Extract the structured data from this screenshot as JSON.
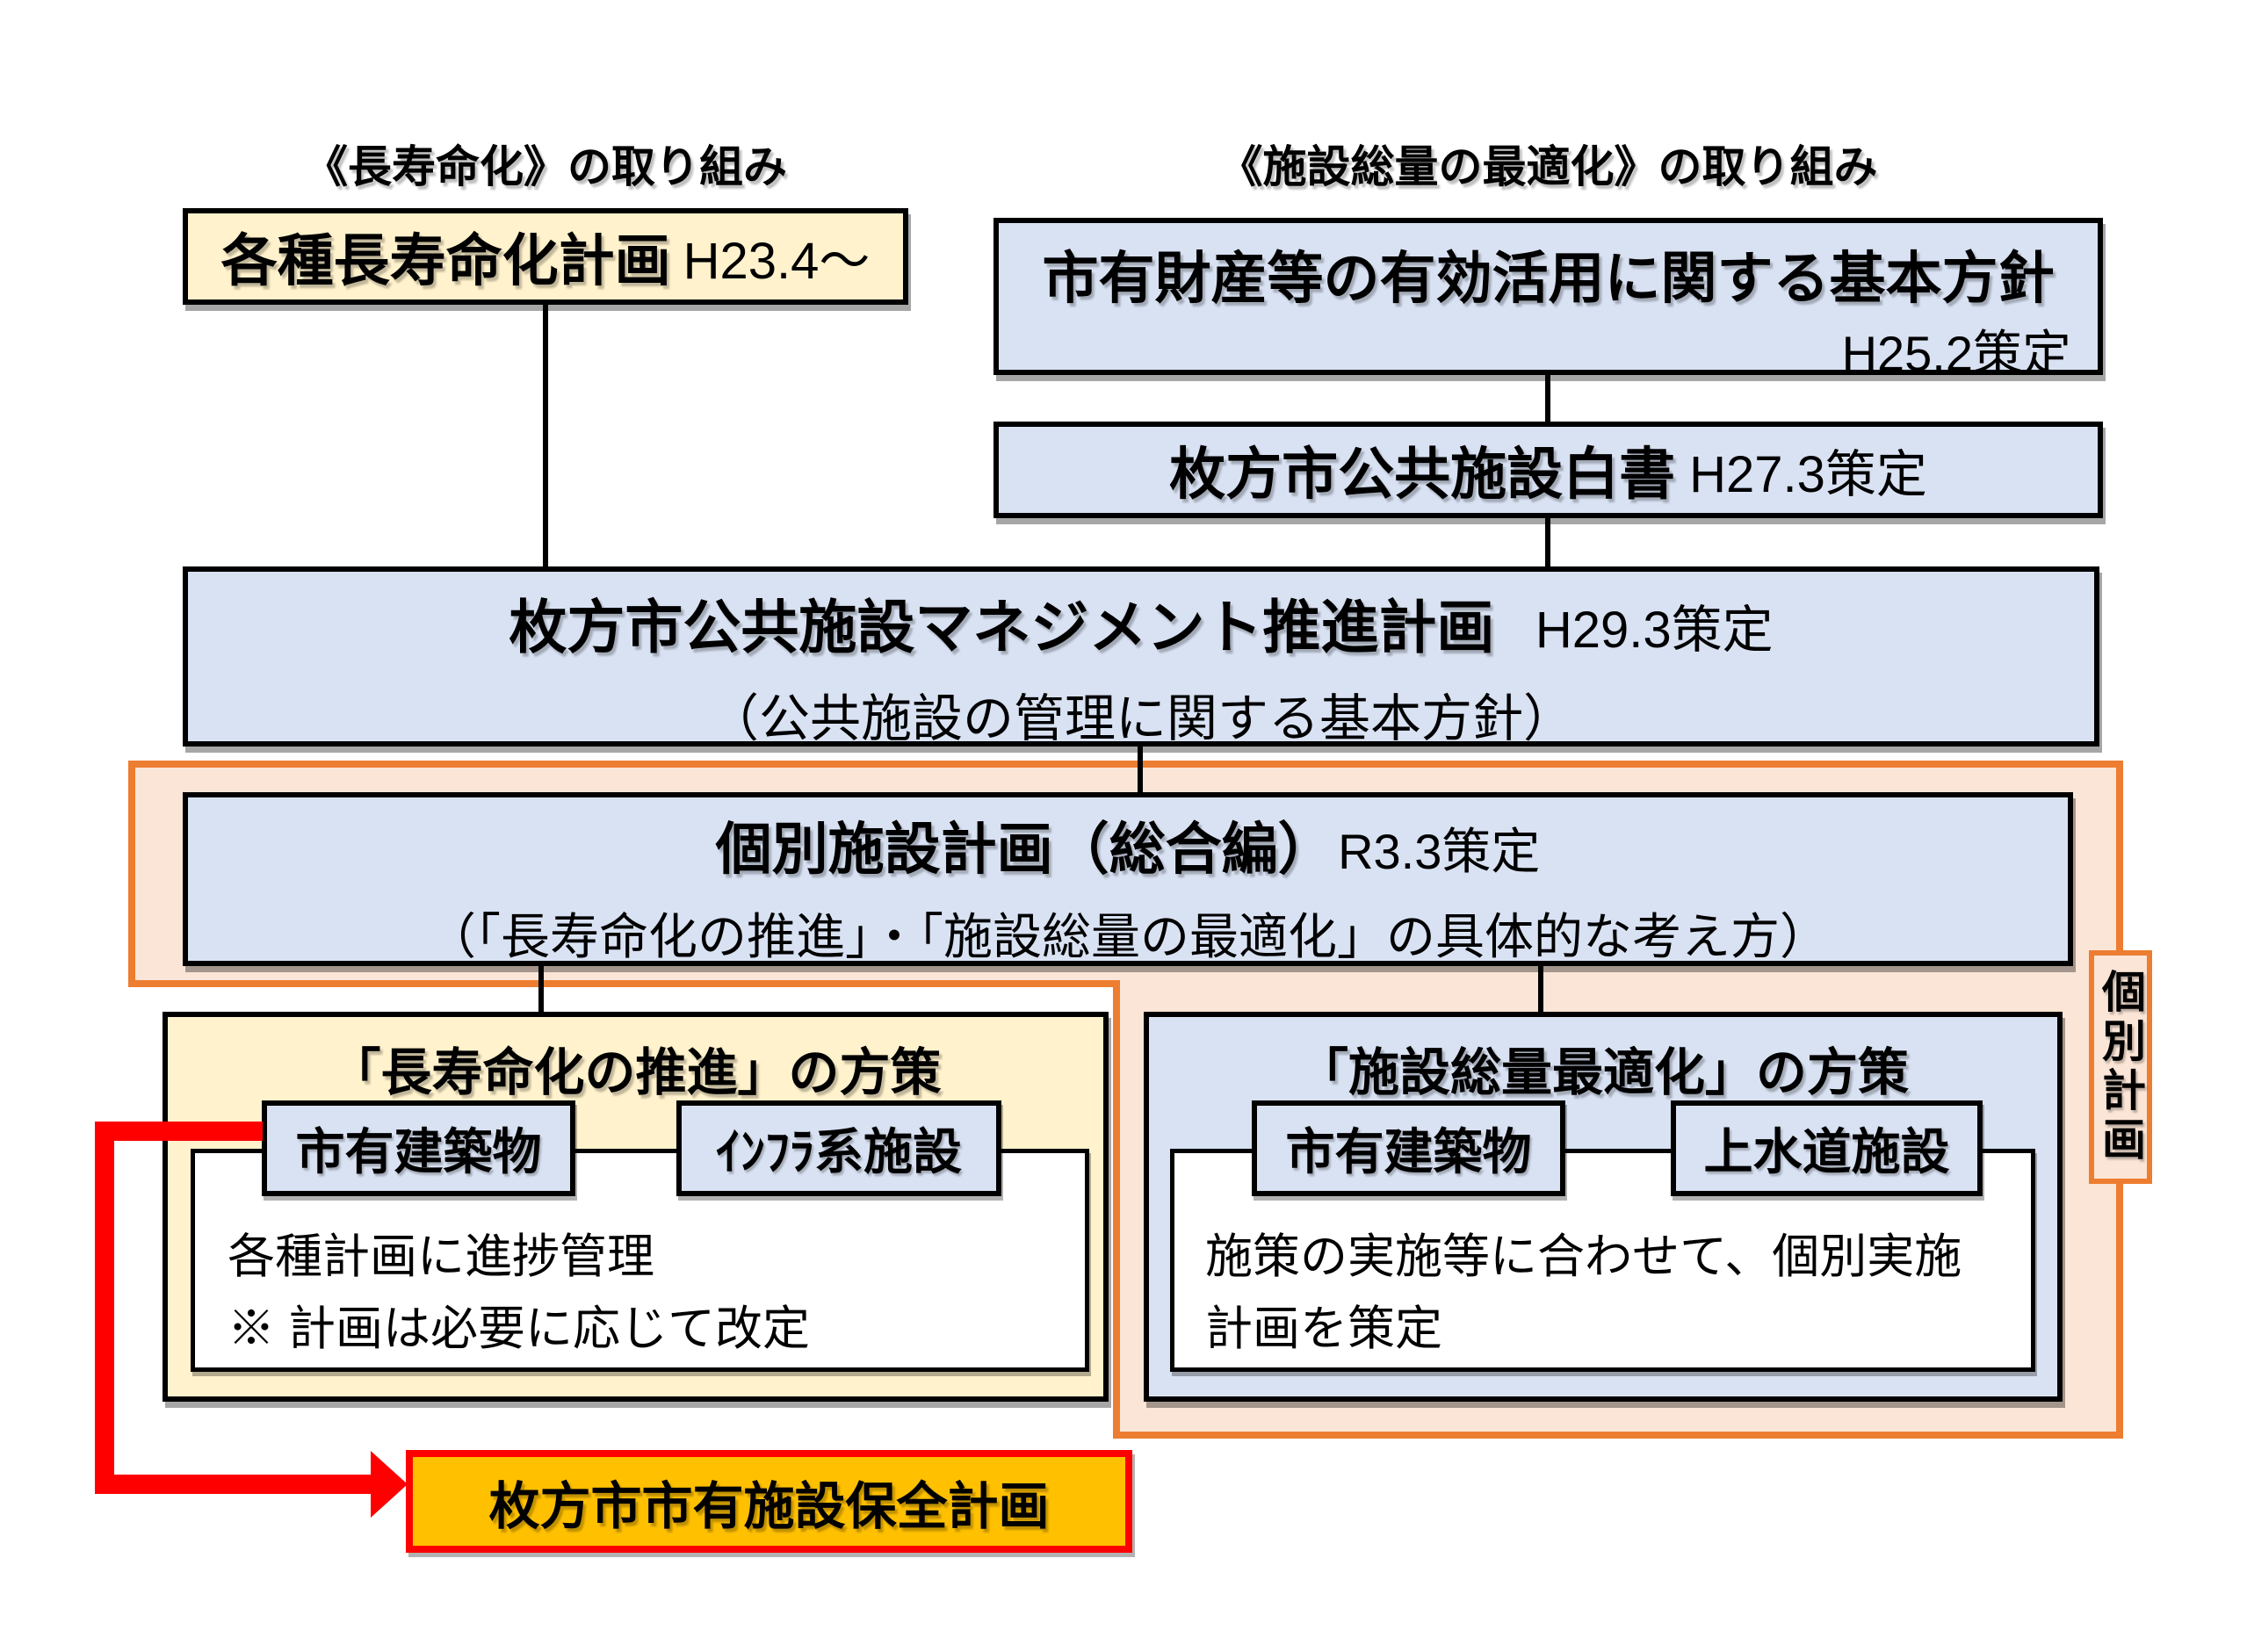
{
  "colors": {
    "light_blue": "#D9E2F3",
    "cream": "#FFF2CC",
    "peach": "#FBE5D6",
    "orange_border": "#ED7D31",
    "gold": "#FFC000",
    "red": "#FF0000",
    "black": "#000000"
  },
  "headers": {
    "left": "《長寿命化》の取り組み",
    "right": "《施設総量の最適化》の取り組み"
  },
  "boxes": {
    "longevity_plans": {
      "title": "各種長寿命化計画",
      "date": "H23.4～"
    },
    "basic_policy": {
      "title": "市有財産等の有効活用に関する基本方針",
      "date": "H25.2策定"
    },
    "white_paper": {
      "title": "枚方市公共施設白書",
      "date": "H27.3策定"
    },
    "management_plan": {
      "title": "枚方市公共施設マネジメント推進計画",
      "date": "H29.3策定",
      "subtitle": "（公共施設の管理に関する基本方針）"
    },
    "individual_plan": {
      "title": "個別施設計画（総合編）",
      "date": "R3.3策定",
      "subtitle": "（「長寿命化の推進」・「施設総量の最適化」の具体的な考え方）"
    },
    "left_branch": {
      "title": "「長寿命化の推進」の方策",
      "chips": [
        "市有建築物",
        "ｲﾝﾌﾗ系施設"
      ],
      "body_lines": [
        "各種計画に進捗管理",
        "※ 計画は必要に応じて改定"
      ]
    },
    "right_branch": {
      "title": "「施設総量最適化」の方策",
      "chips": [
        "市有建築物",
        "上水道施設"
      ],
      "body_lines": [
        "施策の実施等に合わせて、個別実施",
        "計画を策定"
      ]
    },
    "preservation_plan": {
      "title": "枚方市市有施設保全計画"
    },
    "side_label": {
      "text": "個別計画"
    }
  }
}
